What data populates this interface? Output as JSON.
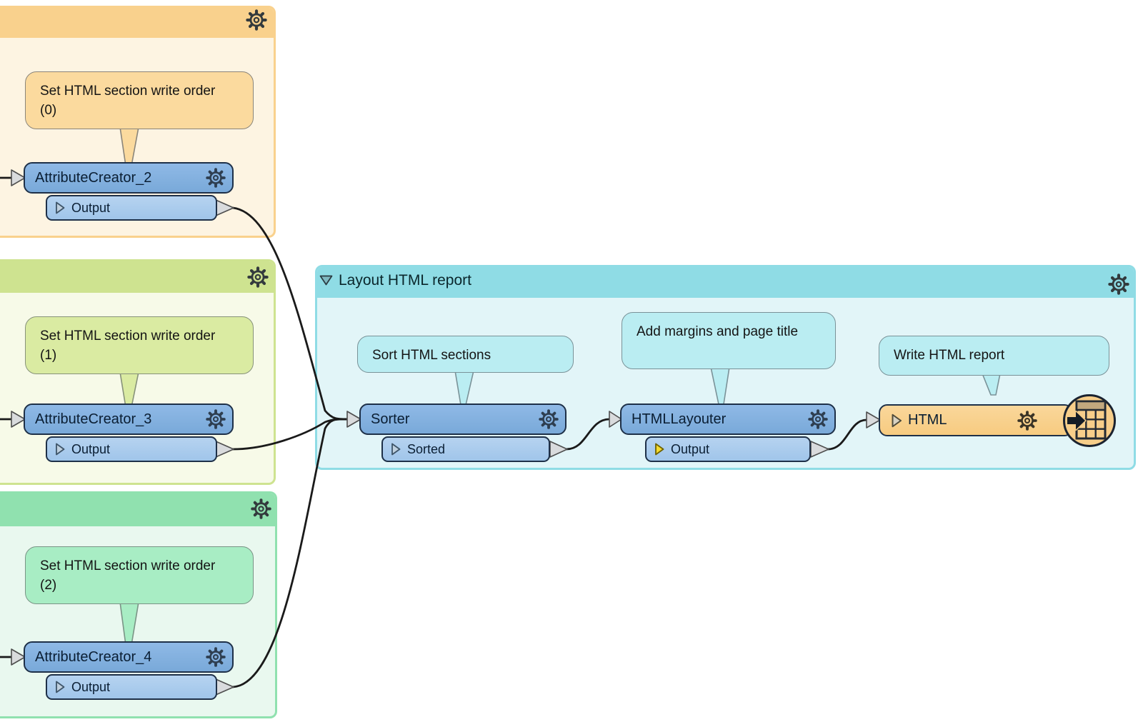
{
  "canvas": {
    "background": "#FFFFFF"
  },
  "bookmarks": [
    {
      "id": "orange",
      "title": "",
      "header_color": "#F9D18D",
      "body_color": "#FDF4E2",
      "gear_icon": "gear-icon"
    },
    {
      "id": "lime",
      "title": "",
      "header_color": "#CEE390",
      "body_color": "#F7FAE8",
      "gear_icon": "gear-icon"
    },
    {
      "id": "green",
      "title": "",
      "header_color": "#90E1AF",
      "body_color": "#E9F8EF",
      "gear_icon": "gear-icon"
    },
    {
      "id": "cyan",
      "title": "Layout HTML report",
      "header_color": "#8FDCE5",
      "body_color": "#E2F5F8",
      "gear_icon": "gear-icon",
      "collapse_icon": "triangle-down-icon"
    }
  ],
  "annotations": [
    {
      "text": "Set HTML section write order (0)",
      "fill": "#FBDA9E"
    },
    {
      "text": "Set HTML section write order (1)",
      "fill": "#DAEBA2"
    },
    {
      "text": "Set HTML section write order (2)",
      "fill": "#A8EDC4"
    },
    {
      "text": "Sort HTML sections",
      "fill": "#BAEDF2"
    },
    {
      "text": "Add margins and page title",
      "fill": "#BAEDF2"
    },
    {
      "text": "Write HTML report",
      "fill": "#BAEDF2"
    }
  ],
  "nodes": [
    {
      "label": "AttributeCreator_2",
      "port": "Output",
      "type": "transformer"
    },
    {
      "label": "AttributeCreator_3",
      "port": "Output",
      "type": "transformer"
    },
    {
      "label": "AttributeCreator_4",
      "port": "Output",
      "type": "transformer"
    },
    {
      "label": "Sorter",
      "port": "Sorted",
      "type": "transformer"
    },
    {
      "label": "HTMLLayouter",
      "port": "Output",
      "type": "transformer",
      "port_triangle_color": "#F6DB2E"
    },
    {
      "label": "HTML",
      "port": "",
      "type": "writer",
      "icon": "table-writer-icon"
    }
  ],
  "colors": {
    "node_fill": "#84B1DF",
    "node_border": "#1E3048",
    "node_text": "#0A1E33",
    "port_fill": "#ABCBEC",
    "writer_fill": "#F8CF8C",
    "connection": "#1A1A1A",
    "arrow_fill": "#D9DBDD",
    "yellow_port_triangle": "#F6DB2E"
  }
}
